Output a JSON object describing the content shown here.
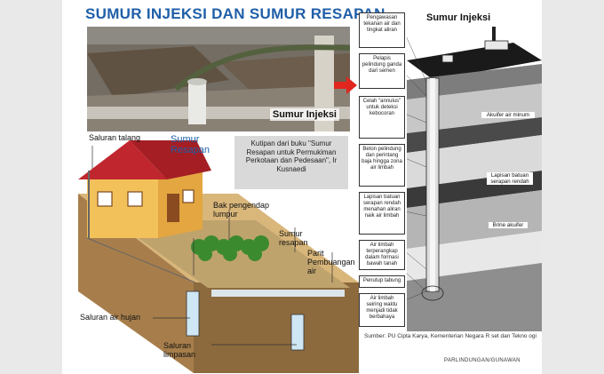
{
  "title": "SUMUR INJEKSI DAN SUMUR RESAPAN",
  "photo": {
    "label": "Sumur Injeksi"
  },
  "left_diagram": {
    "heading": "Sumur Resapan",
    "labels": {
      "saluran_talang": "Saluran talang",
      "bak": "Bak pengendap lumpur",
      "sumur_resapan": "Sumur resapan",
      "parit": "Parit Pembuangan air",
      "saluran_air_hujan": "Saluran air hujan",
      "saluran_limpasan": "Saluran limpasan"
    },
    "quote": "Kutipan dari buku \"Sumur Resapan untuk Permukiman Perkotaan dan Pedesaan\", Ir Kusnaedi"
  },
  "right_diagram": {
    "heading": "Sumur Injeksi",
    "boxes": [
      "Pengawasan tekanan air dan tingkat aliran",
      "Pelapis pelindung ganda dari semen",
      "Celah \"annulus\" untuk deteksi kebocoran",
      "Beton pelindung dan perintang baja hingga zona air limbah",
      "Lapisan batuan serapan rendah menahan aliran naik air limbah",
      "Air limbah terperangkap dalam formasi bawah tanah",
      "Penutup tabung",
      "Air limbah seiring waktu menjadi tidak berbahaya"
    ],
    "layer_labels": {
      "akuifer": "Akuifer air minum",
      "lapisan": "Lapisan batuan serapan rendah",
      "brine": "Brine akuifer"
    },
    "source": "Sumber: PU Cipta Karya, Kementerian Negara R set dan Tekno ogi",
    "credit": "PARLINDUNGAN/GUNAWAN"
  },
  "colors": {
    "title_blue": "#1f5fa8",
    "roof_red": "#c0262d",
    "wall_yellow": "#f3c15a",
    "soil_brown": "#9e7a4a",
    "arrow_red": "#e0261f"
  }
}
